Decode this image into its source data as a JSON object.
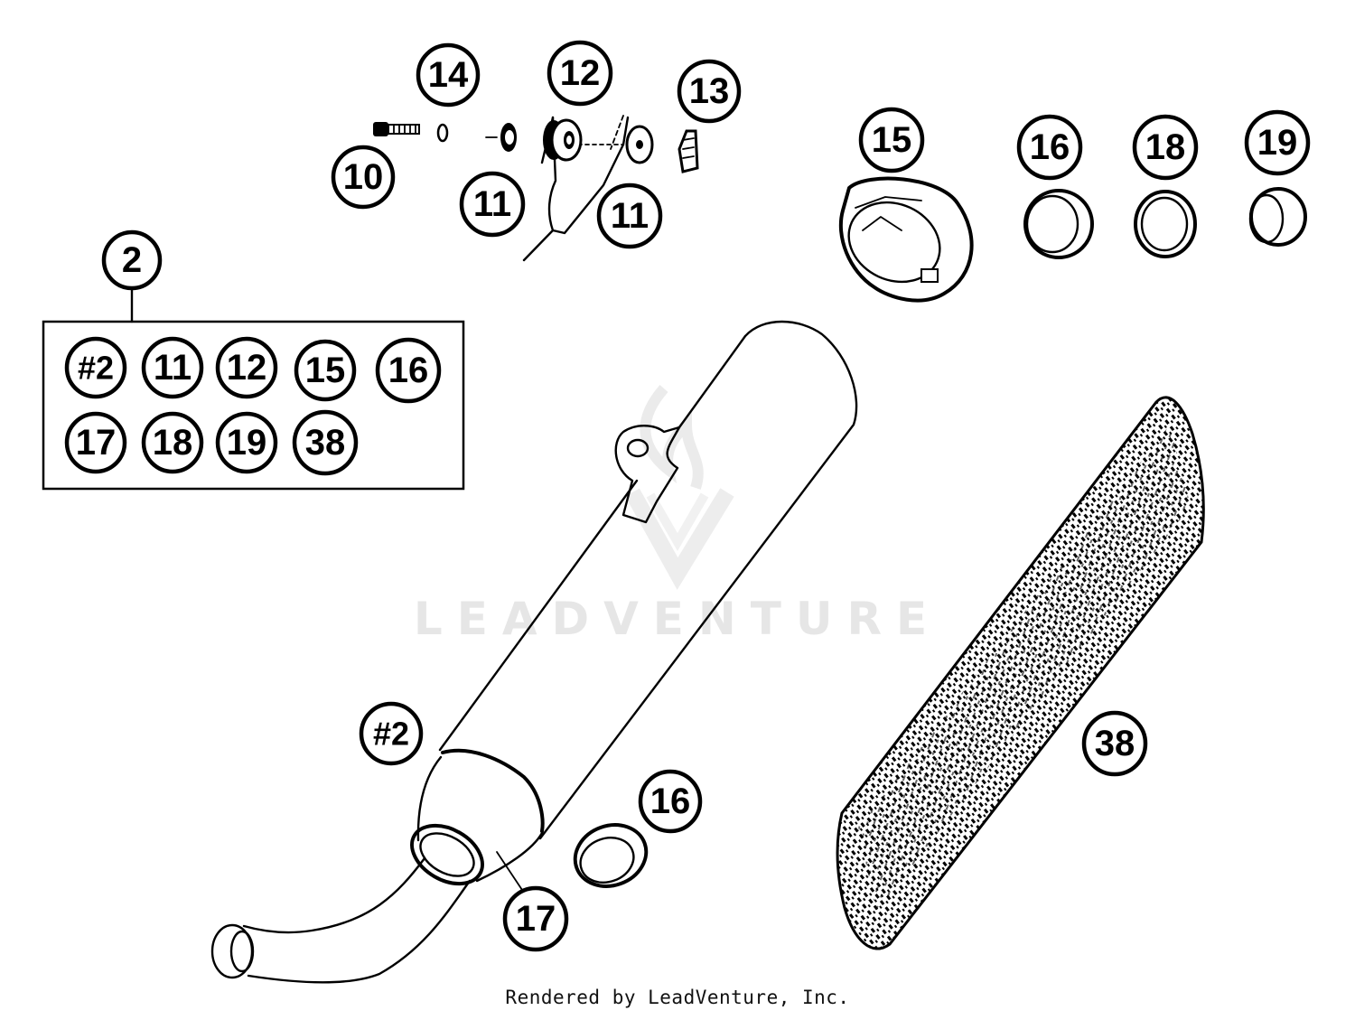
{
  "diagram": {
    "watermark": "LEADVENTURE",
    "footer": "Rendered by LeadVenture, Inc.",
    "kit": {
      "label": "2",
      "contents": [
        "#2",
        "11",
        "12",
        "15",
        "16",
        "17",
        "18",
        "19",
        "38"
      ]
    },
    "callouts": {
      "c10": "10",
      "c11a": "11",
      "c11b": "11",
      "c12": "12",
      "c13": "13",
      "c14": "14",
      "c15": "15",
      "c16a": "16",
      "c18": "18",
      "c19": "19",
      "c2muffler": "#2",
      "c16b": "16",
      "c17": "17",
      "c38": "38"
    }
  }
}
